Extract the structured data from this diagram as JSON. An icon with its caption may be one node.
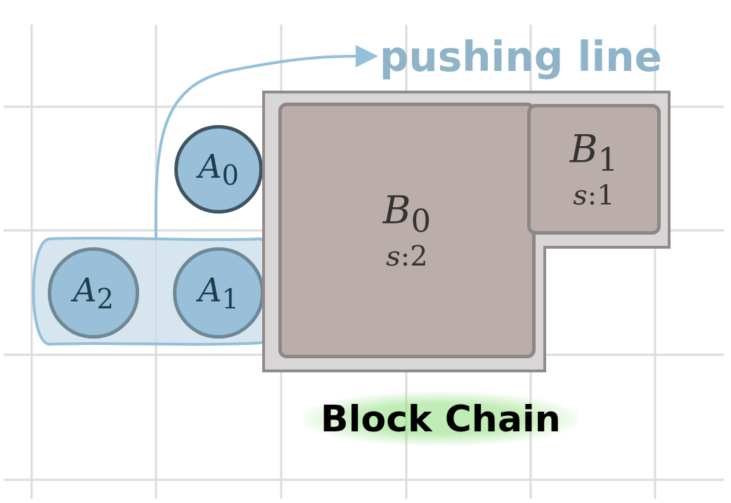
{
  "diagram": {
    "nodes": [
      {
        "text": [
          "pushing line"
        ]
      },
      {
        "text": [
          "*A*$_{0}$"
        ]
      },
      {
        "text": [],
        "shape": "box"
      },
      {
        "text": [
          "*A*$_{2}$"
        ],
        "in": 2
      },
      {
        "text": [
          "*A*$_{1}$"
        ],
        "in": 2
      },
      {
        "text": [
          "Block Chain"
        ]
      },
      {
        "text": [
          "*B*$_{0}$",
          "*s*:2"
        ],
        "in": 5
      },
      {
        "text": [
          "*B*$_{1}$",
          "*s*:1"
        ],
        "in": 5
      }
    ],
    "edges": [
      {
        "from": 2,
        "to": 0,
        "arrow": "to"
      }
    ]
  }
}
